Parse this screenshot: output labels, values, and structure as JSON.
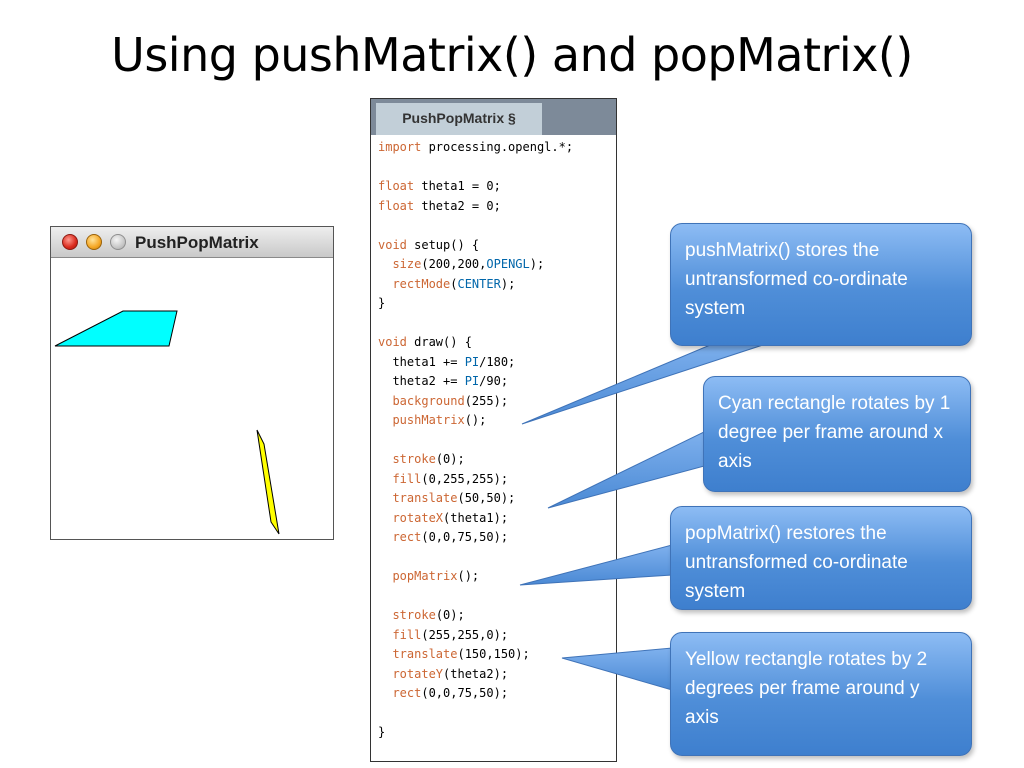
{
  "slide": {
    "title": "Using pushMatrix() and popMatrix()"
  },
  "sketch": {
    "window_title": "PushPopMatrix",
    "colors": {
      "cyan": "#00ffff",
      "yellow": "#ffff00",
      "stroke": "#000000"
    }
  },
  "editor": {
    "tab_label": "PushPopMatrix §",
    "lines": [
      [
        {
          "t": "import",
          "c": "kw"
        },
        {
          "t": " processing.opengl.*;"
        }
      ],
      [],
      [
        {
          "t": "float",
          "c": "kw"
        },
        {
          "t": " theta1 = 0;"
        }
      ],
      [
        {
          "t": "float",
          "c": "kw"
        },
        {
          "t": " theta2 = 0;"
        }
      ],
      [],
      [
        {
          "t": "void",
          "c": "kw"
        },
        {
          "t": " setup() {"
        }
      ],
      [
        {
          "t": "  "
        },
        {
          "t": "size",
          "c": "fn"
        },
        {
          "t": "(200,200,"
        },
        {
          "t": "OPENGL",
          "c": "cn"
        },
        {
          "t": ");"
        }
      ],
      [
        {
          "t": "  "
        },
        {
          "t": "rectMode",
          "c": "fn"
        },
        {
          "t": "("
        },
        {
          "t": "CENTER",
          "c": "cn"
        },
        {
          "t": ");"
        }
      ],
      [
        {
          "t": "}"
        }
      ],
      [],
      [
        {
          "t": "void",
          "c": "kw"
        },
        {
          "t": " draw() {"
        }
      ],
      [
        {
          "t": "  theta1 += "
        },
        {
          "t": "PI",
          "c": "cn"
        },
        {
          "t": "/180;"
        }
      ],
      [
        {
          "t": "  theta2 += "
        },
        {
          "t": "PI",
          "c": "cn"
        },
        {
          "t": "/90;"
        }
      ],
      [
        {
          "t": "  "
        },
        {
          "t": "background",
          "c": "fn"
        },
        {
          "t": "(255);"
        }
      ],
      [
        {
          "t": "  "
        },
        {
          "t": "pushMatrix",
          "c": "fn"
        },
        {
          "t": "();"
        }
      ],
      [],
      [
        {
          "t": "  "
        },
        {
          "t": "stroke",
          "c": "fn"
        },
        {
          "t": "(0);"
        }
      ],
      [
        {
          "t": "  "
        },
        {
          "t": "fill",
          "c": "fn"
        },
        {
          "t": "(0,255,255);"
        }
      ],
      [
        {
          "t": "  "
        },
        {
          "t": "translate",
          "c": "fn"
        },
        {
          "t": "(50,50);"
        }
      ],
      [
        {
          "t": "  "
        },
        {
          "t": "rotateX",
          "c": "fn"
        },
        {
          "t": "(theta1);"
        }
      ],
      [
        {
          "t": "  "
        },
        {
          "t": "rect",
          "c": "fn"
        },
        {
          "t": "(0,0,75,50);"
        }
      ],
      [],
      [
        {
          "t": "  "
        },
        {
          "t": "popMatrix",
          "c": "fn"
        },
        {
          "t": "();"
        }
      ],
      [],
      [
        {
          "t": "  "
        },
        {
          "t": "stroke",
          "c": "fn"
        },
        {
          "t": "(0);"
        }
      ],
      [
        {
          "t": "  "
        },
        {
          "t": "fill",
          "c": "fn"
        },
        {
          "t": "(255,255,0);"
        }
      ],
      [
        {
          "t": "  "
        },
        {
          "t": "translate",
          "c": "fn"
        },
        {
          "t": "(150,150);"
        }
      ],
      [
        {
          "t": "  "
        },
        {
          "t": "rotateY",
          "c": "fn"
        },
        {
          "t": "(theta2);"
        }
      ],
      [
        {
          "t": "  "
        },
        {
          "t": "rect",
          "c": "fn"
        },
        {
          "t": "(0,0,75,50);"
        }
      ],
      [],
      [
        {
          "t": "}"
        }
      ]
    ]
  },
  "callouts": {
    "push": "pushMatrix() stores the untransformed co-ordinate system",
    "cyan": "Cyan rectangle rotates by 1 degree per frame around x axis",
    "pop": "popMatrix() restores the untransformed co-ordinate system",
    "yellow": "Yellow rectangle rotates by 2 degrees per frame around y axis"
  },
  "theme": {
    "callout_blue": "#4f8ed8",
    "callout_border": "#3f73b8"
  }
}
